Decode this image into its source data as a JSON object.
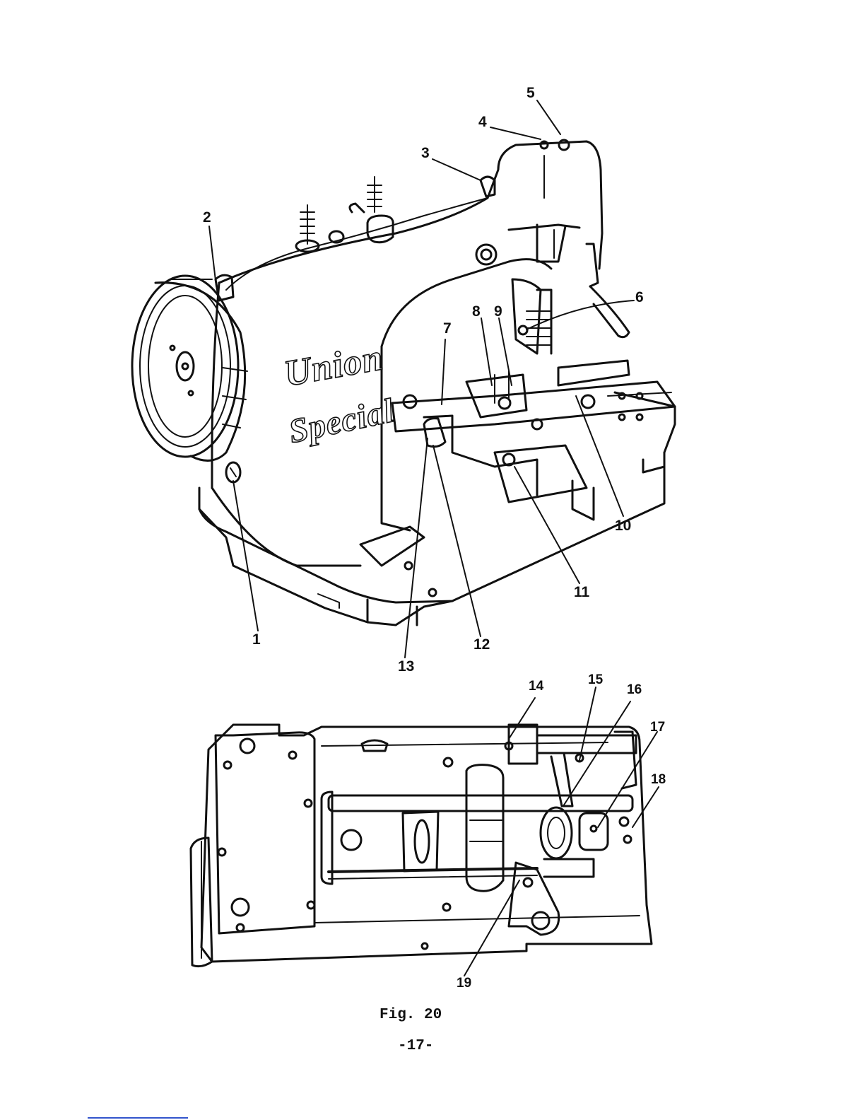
{
  "figure": {
    "caption": "Fig. 20",
    "page_number": "-17-",
    "brand_line1": "Union",
    "brand_line2": "Special"
  },
  "callouts": {
    "top": [
      "1",
      "2",
      "3",
      "4",
      "5",
      "6",
      "7",
      "8",
      "9",
      "10",
      "11",
      "12",
      "13"
    ],
    "bottom": [
      "14",
      "15",
      "16",
      "17",
      "18",
      "19"
    ]
  }
}
